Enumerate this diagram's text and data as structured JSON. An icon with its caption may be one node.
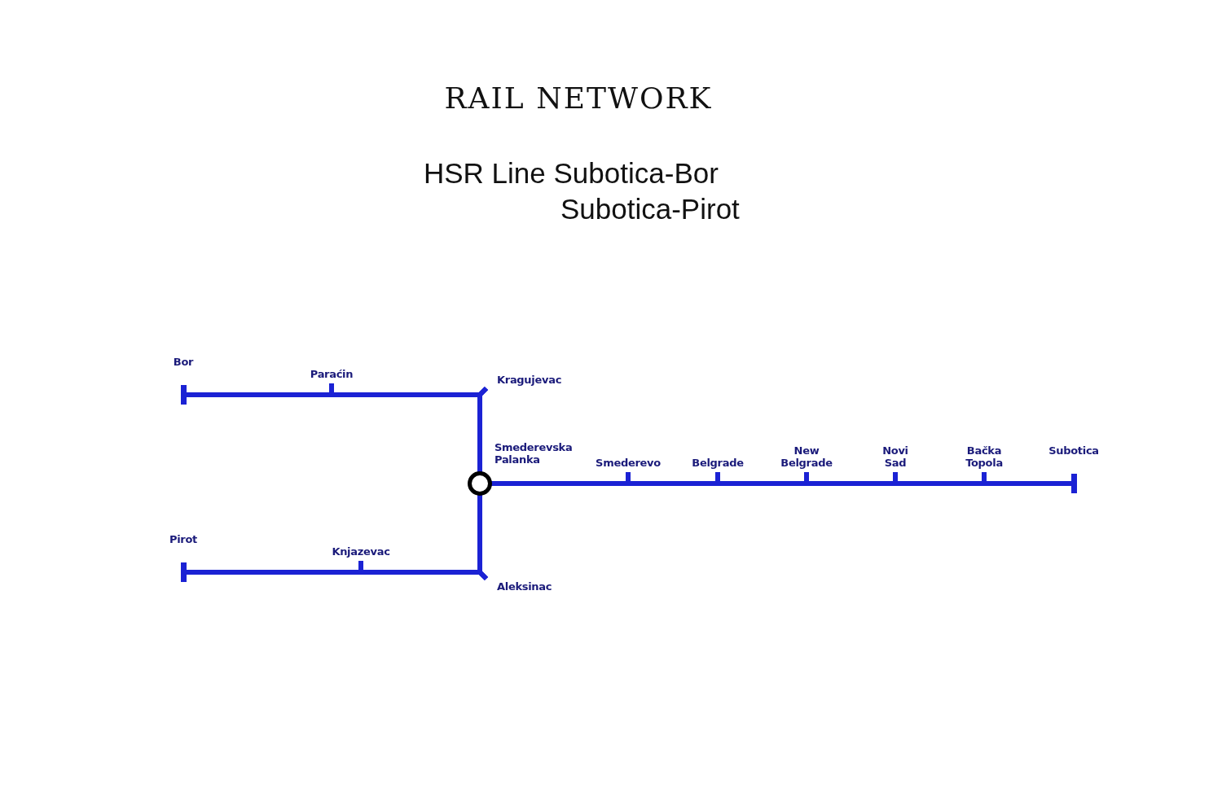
{
  "diagram": {
    "title": "RAIL NETWORK",
    "nodes": [
      {
        "text": [
          "Bor"
        ]
      },
      {
        "text": [
          "Paraćin"
        ]
      },
      {
        "text": [
          "Kragujevac"
        ]
      },
      {
        "text": [
          "Smederevska Palanka"
        ]
      },
      {
        "text": [
          "Smederevo"
        ]
      },
      {
        "text": [
          "Belgrade"
        ]
      },
      {
        "text": [
          "New Belgrade"
        ]
      },
      {
        "text": [
          "Novi Sad"
        ]
      },
      {
        "text": [
          "Bačka Topola"
        ]
      },
      {
        "text": [
          "Subotica"
        ]
      },
      {
        "text": [
          "Pirot"
        ]
      },
      {
        "text": [
          "Knjazevac"
        ]
      },
      {
        "text": [
          "Aleksinac"
        ]
      }
    ],
    "edges": [
      {
        "from": 0,
        "to": 1,
        "arrow": "none"
      },
      {
        "from": 1,
        "to": 2,
        "arrow": "none"
      },
      {
        "from": 2,
        "to": 3,
        "arrow": "none"
      },
      {
        "from": 3,
        "to": 4,
        "arrow": "none"
      },
      {
        "from": 4,
        "to": 5,
        "arrow": "none"
      },
      {
        "from": 5,
        "to": 6,
        "arrow": "none"
      },
      {
        "from": 6,
        "to": 7,
        "arrow": "none"
      },
      {
        "from": 7,
        "to": 8,
        "arrow": "none"
      },
      {
        "from": 8,
        "to": 9,
        "arrow": "none"
      },
      {
        "from": 10,
        "to": 11,
        "arrow": "none"
      },
      {
        "from": 11,
        "to": 12,
        "arrow": "none"
      },
      {
        "from": 12,
        "to": 3,
        "arrow": "none"
      }
    ],
    "labels": [
      "HSR Line Subotica-Bor",
      "Subotica-Pirot"
    ]
  }
}
